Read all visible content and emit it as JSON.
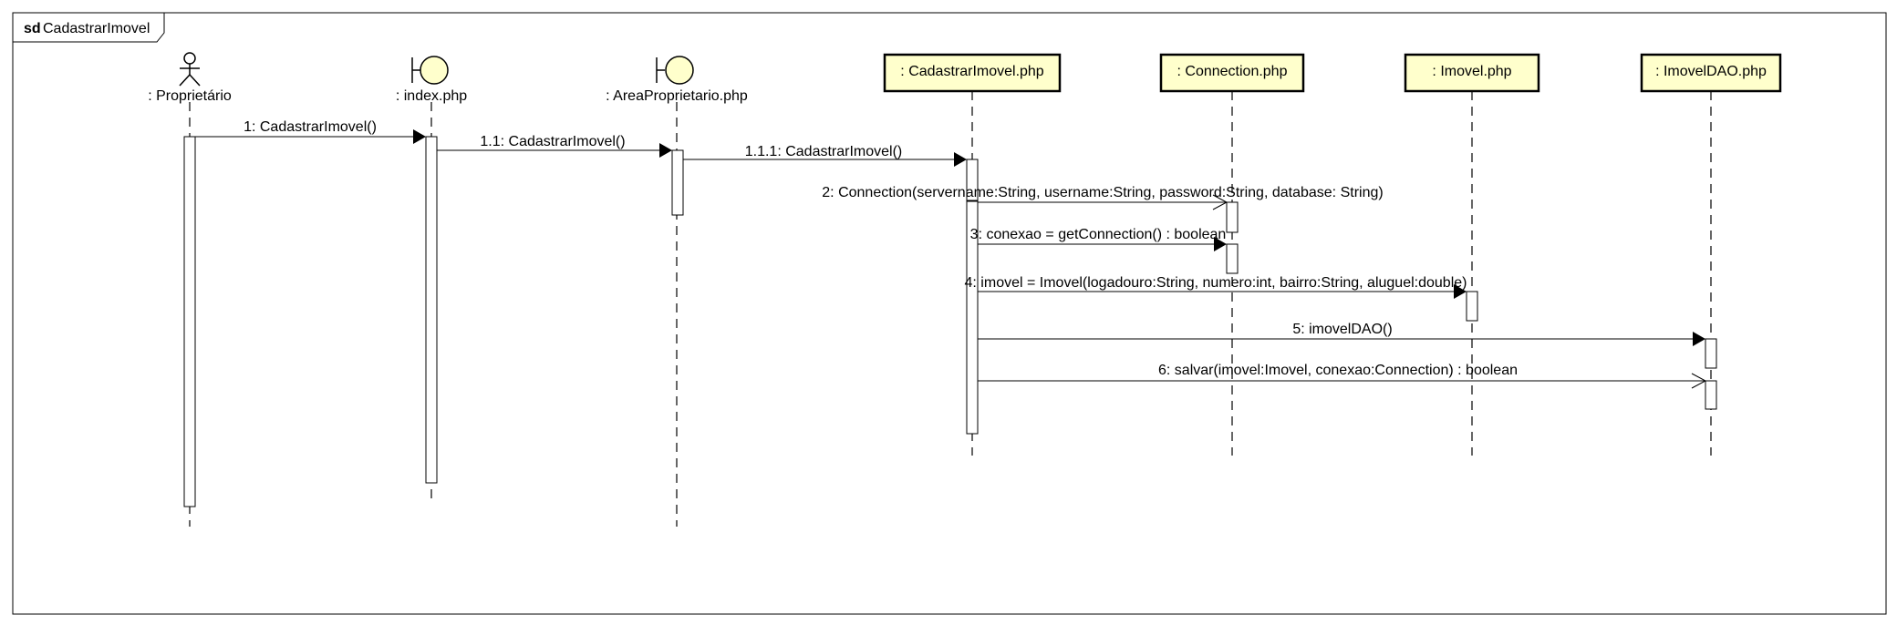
{
  "frame": {
    "keyword": "sd",
    "title": "CadastrarImovel"
  },
  "lifelines": [
    {
      "id": "proprietario",
      "label": ": Proprietário",
      "kind": "actor"
    },
    {
      "id": "index",
      "label": ": index.php",
      "kind": "boundary"
    },
    {
      "id": "area",
      "label": ": AreaProprietario.php",
      "kind": "boundary"
    },
    {
      "id": "cadastrar",
      "label": ": CadastrarImovel.php",
      "kind": "object"
    },
    {
      "id": "connection",
      "label": ": Connection.php",
      "kind": "object"
    },
    {
      "id": "imovel",
      "label": ": Imovel.php",
      "kind": "object"
    },
    {
      "id": "imoveldao",
      "label": ": ImovelDAO.php",
      "kind": "object"
    }
  ],
  "messages": [
    {
      "id": "m1",
      "from": "proprietario",
      "to": "index",
      "label": "1: CadastrarImovel()",
      "arrow": "synchronous"
    },
    {
      "id": "m1_1",
      "from": "index",
      "to": "area",
      "label": "1.1: CadastrarImovel()",
      "arrow": "synchronous"
    },
    {
      "id": "m1_1_1",
      "from": "area",
      "to": "cadastrar",
      "label": "1.1.1: CadastrarImovel()",
      "arrow": "synchronous"
    },
    {
      "id": "m2",
      "from": "cadastrar",
      "to": "connection",
      "label": "2: Connection(servername:String, username:String, password:String, database: String)",
      "arrow": "asynchronous"
    },
    {
      "id": "m3",
      "from": "cadastrar",
      "to": "connection",
      "label": "3: conexao = getConnection() : boolean",
      "arrow": "synchronous"
    },
    {
      "id": "m4",
      "from": "cadastrar",
      "to": "imovel",
      "label": "4: imovel = Imovel(logadouro:String, numero:int, bairro:String, aluguel:double)",
      "arrow": "synchronous"
    },
    {
      "id": "m5",
      "from": "cadastrar",
      "to": "imoveldao",
      "label": "5: imovelDAO()",
      "arrow": "synchronous"
    },
    {
      "id": "m6",
      "from": "cadastrar",
      "to": "imoveldao",
      "label": "6: salvar(imovel:Imovel, conexao:Connection) : boolean",
      "arrow": "asynchronous"
    }
  ],
  "colors": {
    "lifeline_fill": "#ffffcc",
    "line": "#000000",
    "background": "#ffffff"
  }
}
